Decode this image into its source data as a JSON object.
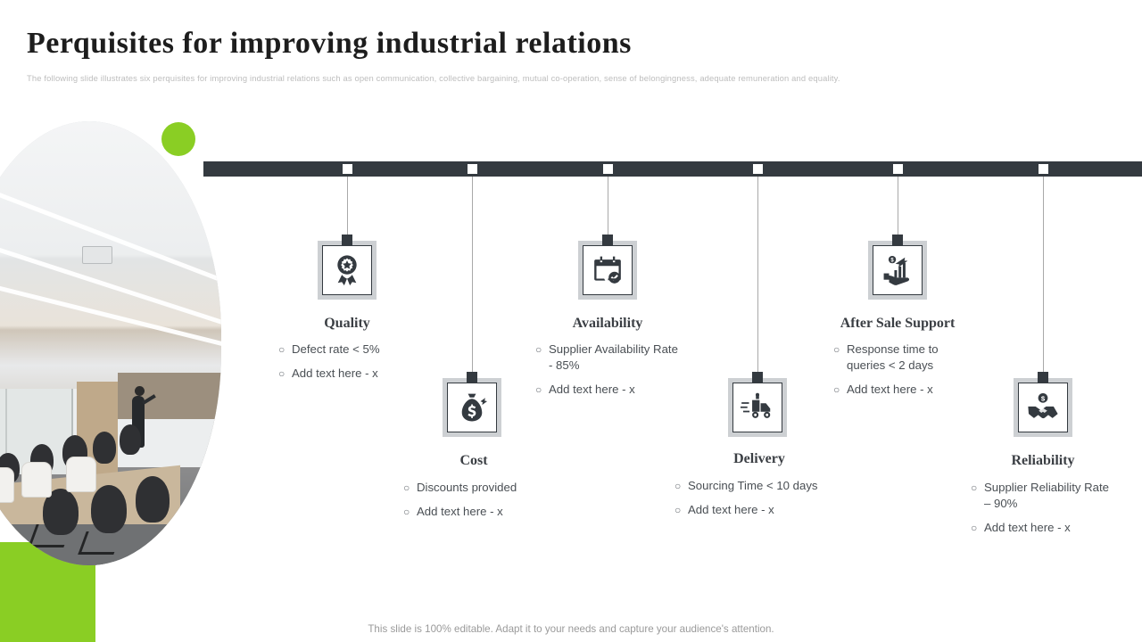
{
  "header": {
    "title": "Perquisites for improving industrial relations",
    "subtitle": "The following slide illustrates six perquisites for improving industrial relations such as open communication,  collective bargaining, mutual  co-operation, sense of belongingness, adequate remuneration and equality."
  },
  "theme": {
    "accent_green": "#8ace24",
    "bar_dark": "#343a40",
    "frame_gray": "#cdd0d3",
    "title_color": "#1d1d1d",
    "body_text": "#4a4f54",
    "subtitle_color": "#bdbdbd"
  },
  "artwork": {
    "photo_alt": "conference-room-meeting-photo",
    "green_circle": "green-circle-accent",
    "green_block": "green-block-accent"
  },
  "timeline": {
    "markers": 6,
    "nodes": [
      {
        "id": "quality",
        "title": "Quality",
        "icon": "award-ribbon-icon",
        "bullets": [
          "Defect rate < 5%",
          "Add text here - x"
        ]
      },
      {
        "id": "cost",
        "title": "Cost",
        "icon": "money-bag-icon",
        "bullets": [
          "Discounts provided",
          "Add text here - x"
        ]
      },
      {
        "id": "availability",
        "title": "Availability",
        "icon": "calendar-check-icon",
        "bullets": [
          "Supplier Availability Rate - 85%",
          "Add text here - x"
        ]
      },
      {
        "id": "delivery",
        "title": "Delivery",
        "icon": "delivery-truck-icon",
        "bullets": [
          "Sourcing Time < 10 days",
          "Add text here - x"
        ]
      },
      {
        "id": "after-sale-support",
        "title": "After Sale Support",
        "icon": "hand-growth-chart-icon",
        "bullets": [
          "Response time to queries < 2 days",
          "Add text here - x"
        ]
      },
      {
        "id": "reliability",
        "title": "Reliability",
        "icon": "handshake-coin-icon",
        "bullets": [
          "Supplier Reliability Rate – 90%",
          "Add text here - x"
        ]
      }
    ],
    "bullet_marker": "○"
  },
  "footer": {
    "note": "This slide is 100% editable. Adapt it to your needs and capture your audience's attention."
  }
}
